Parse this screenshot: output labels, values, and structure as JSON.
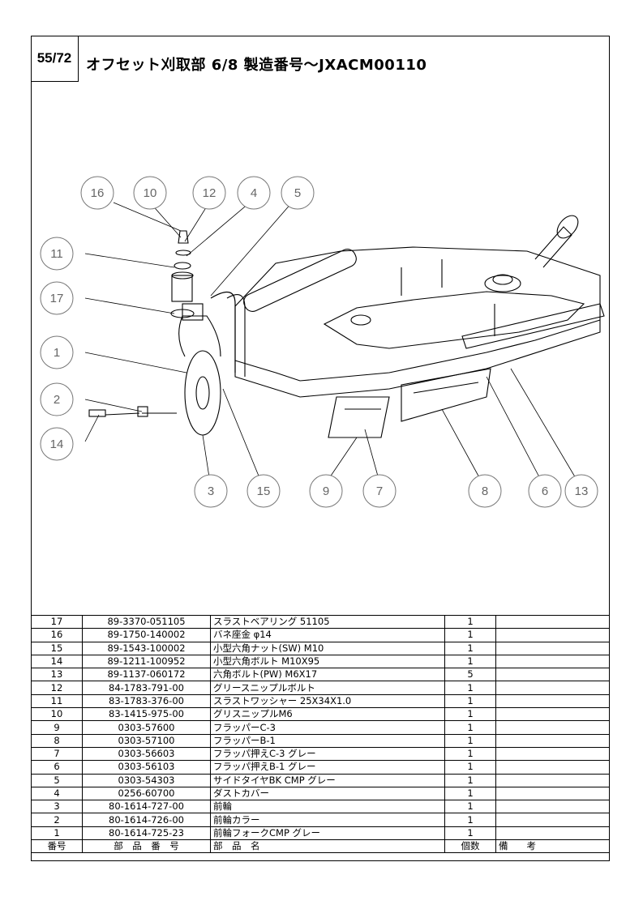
{
  "header": {
    "page": "55/72",
    "title": "オフセット刈取部 6/8 製造番号～JXACM00110"
  },
  "callouts": [
    "16",
    "10",
    "12",
    "4",
    "5",
    "11",
    "17",
    "1",
    "2",
    "14",
    "3",
    "15",
    "9",
    "7",
    "8",
    "6",
    "13"
  ],
  "table": {
    "headers": {
      "no": "番号",
      "part_number": "部　品　番　号",
      "name": "部　品　名",
      "qty": "個数",
      "remarks": "備　　考"
    },
    "rows": [
      {
        "no": "17",
        "part_number": "89-3370-051105",
        "name": "スラストベアリング 51105",
        "qty": "1"
      },
      {
        "no": "16",
        "part_number": "89-1750-140002",
        "name": "バネ座金 φ14",
        "qty": "1"
      },
      {
        "no": "15",
        "part_number": "89-1543-100002",
        "name": "小型六角ナット(SW) M10",
        "qty": "1"
      },
      {
        "no": "14",
        "part_number": "89-1211-100952",
        "name": "小型六角ボルト M10X95",
        "qty": "1"
      },
      {
        "no": "13",
        "part_number": "89-1137-060172",
        "name": "六角ボルト(PW) M6X17",
        "qty": "5"
      },
      {
        "no": "12",
        "part_number": "84-1783-791-00",
        "name": "グリースニップルボルト",
        "qty": "1"
      },
      {
        "no": "11",
        "part_number": "83-1783-376-00",
        "name": "スラストワッシャー 25X34X1.0",
        "qty": "1"
      },
      {
        "no": "10",
        "part_number": "83-1415-975-00",
        "name": "グリスニップルM6",
        "qty": "1"
      },
      {
        "no": "9",
        "part_number": "0303-57600",
        "name": "フラッパーC-3",
        "qty": "1"
      },
      {
        "no": "8",
        "part_number": "0303-57100",
        "name": "フラッパーB-1",
        "qty": "1"
      },
      {
        "no": "7",
        "part_number": "0303-56603",
        "name": "フラッパ押えC-3 グレー",
        "qty": "1"
      },
      {
        "no": "6",
        "part_number": "0303-56103",
        "name": "フラッパ押えB-1 グレー",
        "qty": "1"
      },
      {
        "no": "5",
        "part_number": "0303-54303",
        "name": "サイドタイヤBK CMP グレー",
        "qty": "1"
      },
      {
        "no": "4",
        "part_number": "0256-60700",
        "name": "ダストカバー",
        "qty": "1"
      },
      {
        "no": "3",
        "part_number": "80-1614-727-00",
        "name": "前輪",
        "qty": "1"
      },
      {
        "no": "2",
        "part_number": "80-1614-726-00",
        "name": "前輪カラー",
        "qty": "1"
      },
      {
        "no": "1",
        "part_number": "80-1614-725-23",
        "name": "前輪フォークCMP グレー",
        "qty": "1"
      }
    ]
  }
}
